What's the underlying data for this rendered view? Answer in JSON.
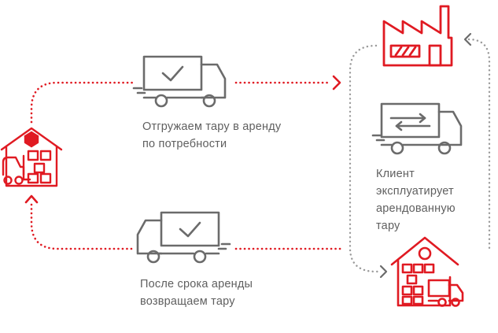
{
  "steps": {
    "ship": {
      "lines": [
        "Отгружаем тару в аренду",
        "по потребности"
      ]
    },
    "client": {
      "lines": [
        "Клиент",
        "эксплуатирует",
        "арендованную",
        "тару"
      ]
    },
    "return": {
      "lines": [
        "После срока аренды",
        "возвращаем тару"
      ]
    }
  },
  "colors": {
    "accent": "#e01a22",
    "truck_stroke": "#6b6b6b",
    "text": "#5f5f5f",
    "dots_gray": "#9a9a9a"
  },
  "icons": {
    "warehouse": "warehouse-icon",
    "factory": "factory-icon",
    "delivery_truck": "delivery-truck-icon",
    "exchange_truck": "exchange-truck-icon",
    "client_warehouse": "client-warehouse-icon"
  }
}
